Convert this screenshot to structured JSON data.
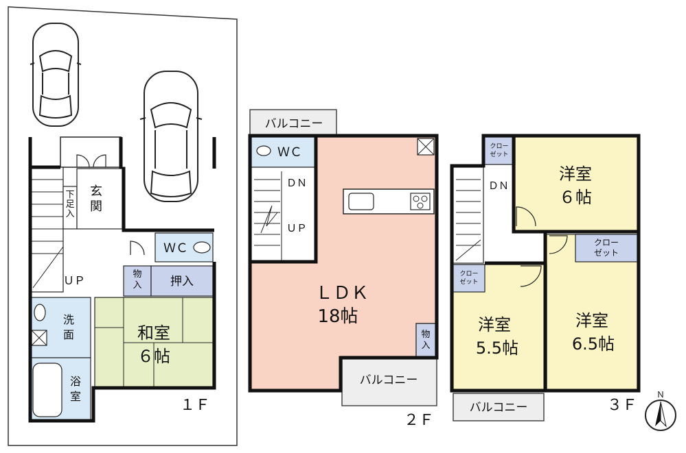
{
  "colors": {
    "ldk": "#f9d3c3",
    "yoshitsu": "#fbf4c4",
    "washitsu": "#e6efc6",
    "wet": "#d7e9f6",
    "storage": "#c9d3ec",
    "balcony": "#eeeeee",
    "wall": "#111111"
  },
  "floor1": {
    "label": "１Ｆ",
    "genkan": "玄\n関",
    "geta": "下\n足\n入",
    "wc": "ＷＣ",
    "up": "ＵＰ",
    "mono": "物\n入",
    "oshiire": "押入",
    "senmen": "洗\n面",
    "yokushitsu": "浴\n室",
    "washitsu_name": "和室",
    "washitsu_size": "６帖"
  },
  "floor2": {
    "label": "２Ｆ",
    "balcony_top": "バルコニー",
    "balcony_bottom": "バルコニー",
    "wc": "ＷＣ",
    "dn": "ＤＮ",
    "up": "ＵＰ",
    "ldk_name": "ＬＤＫ",
    "ldk_size": "18帖",
    "mono": "物\n入"
  },
  "floor3": {
    "label": "３Ｆ",
    "dn": "ＤＮ",
    "room_a_name": "洋室",
    "room_a_size": "６帖",
    "room_b_name": "洋室",
    "room_b_size": "5.5帖",
    "room_c_name": "洋室",
    "room_c_size": "6.5帖",
    "closet_a": "クロー\nゼット",
    "closet_b": "クロー\nゼット",
    "closet_c": "クロー\nゼット",
    "balcony": "バルコニー"
  },
  "compass": "Ｎ"
}
